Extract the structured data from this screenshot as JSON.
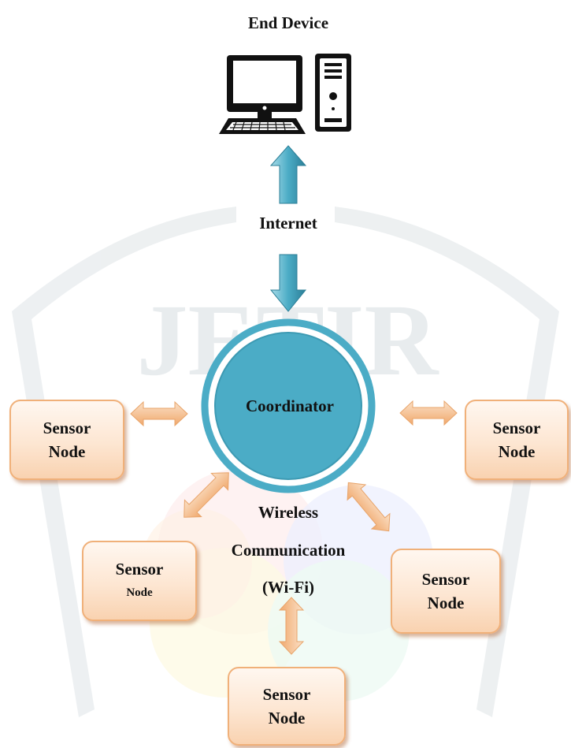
{
  "end_device": {
    "title": "End Device"
  },
  "internet": {
    "label": "Internet"
  },
  "coordinator": {
    "label": "Coordinator"
  },
  "wireless": {
    "line1": "Wireless",
    "line2": "Communication",
    "line3": "(Wi-Fi)"
  },
  "sensor_nodes": [
    {
      "line1": "Sensor",
      "line2": "Node"
    },
    {
      "line1": "Sensor",
      "line2": "Node"
    },
    {
      "line1": "Sensor",
      "line2": "Node"
    },
    {
      "line1": "Sensor",
      "line2": "Node"
    },
    {
      "line1": "Sensor",
      "line2": "Node"
    }
  ],
  "watermark": {
    "text": "JETIR"
  },
  "colors": {
    "coordinator_fill": "#4bacc6",
    "coordinator_ring": "#4bacc6",
    "node_border": "#f0b079",
    "node_fill": "#fde6d2",
    "link_arrow": "#f5c79c",
    "internet_arrow": "#4bacc6",
    "watermark": "#d7dde1"
  },
  "icons": [
    "desktop-monitor-icon",
    "keyboard-icon",
    "tower-pc-icon"
  ]
}
